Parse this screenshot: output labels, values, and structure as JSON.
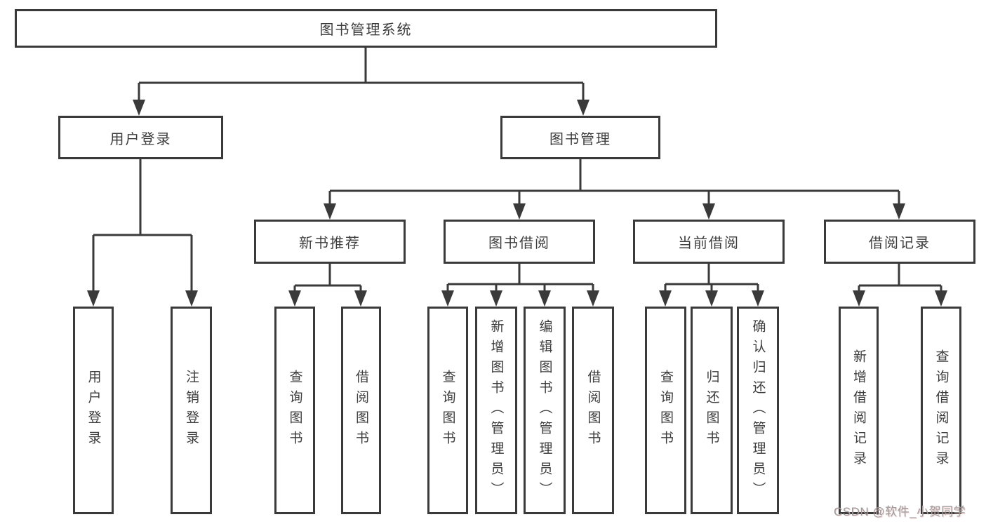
{
  "nodes": {
    "root": {
      "label": "图书管理系统"
    },
    "user_login": {
      "label": "用户登录"
    },
    "book_management": {
      "label": "图书管理"
    },
    "new_book_recommend": {
      "label": "新书推荐"
    },
    "book_borrow": {
      "label": "图书借阅"
    },
    "current_borrow": {
      "label": "当前借阅"
    },
    "borrow_records": {
      "label": "借阅记录"
    },
    "leaf_user_login": {
      "label": "用户登录"
    },
    "leaf_logout": {
      "label": "注销登录"
    },
    "nb_query_books": {
      "label": "查询图书"
    },
    "nb_borrow_books": {
      "label": "借阅图书"
    },
    "bb_query_books": {
      "label": "查询图书"
    },
    "bb_add_books": {
      "label": "新增图书（管理员）"
    },
    "bb_edit_books": {
      "label": "编辑图书（管理员）"
    },
    "bb_borrow_books": {
      "label": "借阅图书"
    },
    "cb_query_books": {
      "label": "查询图书"
    },
    "cb_return_books": {
      "label": "归还图书"
    },
    "cb_confirm_return": {
      "label": "确认归还（管理员）"
    },
    "br_add_record": {
      "label": "新增借阅记录"
    },
    "br_query_record": {
      "label": "查询借阅记录"
    }
  },
  "watermark": {
    "text": "CSDN @软件_小贺同学"
  },
  "colors": {
    "line": "#3a3a3a",
    "text": "#3d3d3d",
    "watermark": "#9c9c9c",
    "background": "#ffffff"
  }
}
